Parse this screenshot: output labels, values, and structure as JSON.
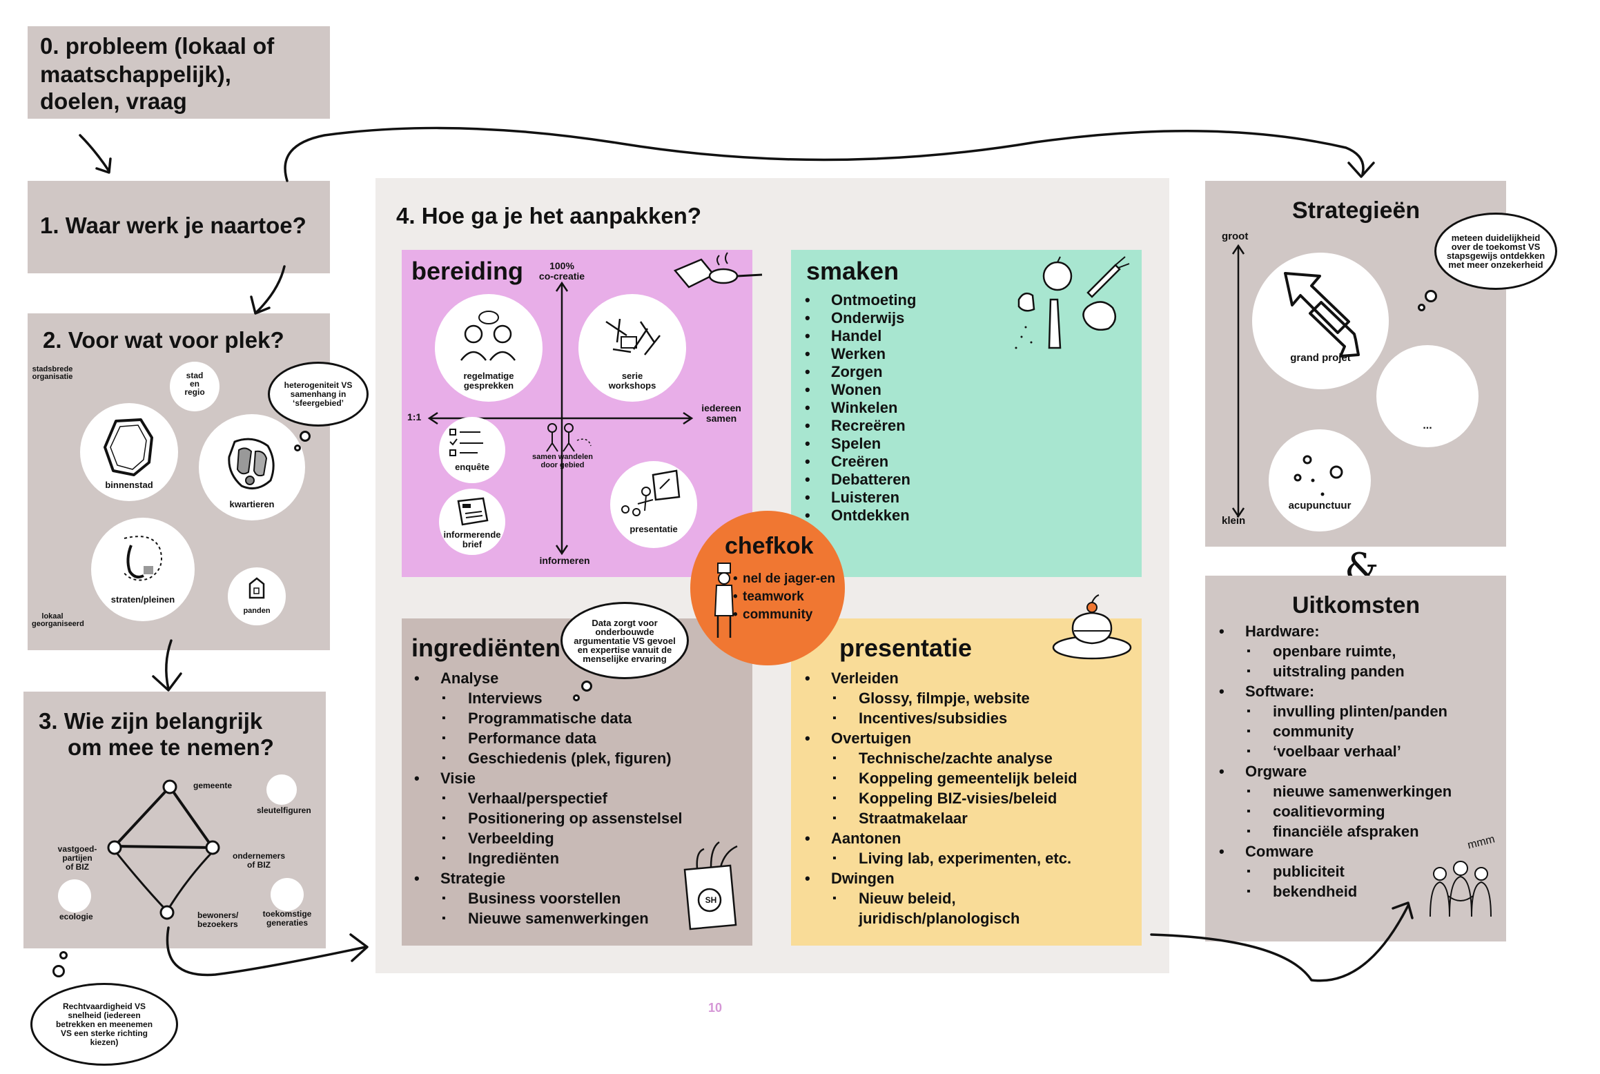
{
  "steps": {
    "s0": {
      "title_lines": [
        "0. probleem (lokaal of",
        "maatschappelijk),",
        "doelen, vraag"
      ]
    },
    "s1": {
      "title": "1.  Waar werk je naartoe?"
    },
    "s2": {
      "title": "2. Voor wat voor plek?",
      "axis_top": [
        "stadsbrede",
        "organisatie"
      ],
      "axis_bottom": [
        "lokaal",
        "georganiseerd"
      ],
      "places": {
        "stad": [
          "stad",
          "en",
          "regio"
        ],
        "binnenstad": "binnenstad",
        "kwartieren": "kwartieren",
        "straten": "straten/pleinen",
        "panden": "panden"
      },
      "bubble": [
        "heterogeniteit VS",
        "samenhang in",
        "‘sfeergebied’"
      ]
    },
    "s3": {
      "title_lines": [
        "3. Wie zijn belangrijk",
        "om mee te nemen?"
      ],
      "actors": {
        "gemeente": "gemeente",
        "sleutelfiguren": "sleutelfiguren",
        "vastgoed": [
          "vastgoed-",
          "partijen",
          "of BIZ"
        ],
        "ondernemers": [
          "ondernemers",
          "of BIZ"
        ],
        "ecologie": "ecologie",
        "bewoners": [
          "bewoners/",
          "bezoekers"
        ],
        "toekomstige": [
          "toekomstige",
          "generaties"
        ]
      },
      "bubble": [
        "Rechtvaardigheid VS",
        "snelheid (iedereen",
        "betrekken en meenemen",
        "VS een sterke richting",
        "kiezen)"
      ]
    }
  },
  "main": {
    "title": "4. Hoe ga je het aanpakken?",
    "bereiding": {
      "title": "bereiding",
      "axis_top": [
        "100%",
        "co-creatie"
      ],
      "axis_left": "1:1",
      "axis_right": [
        "iedereen",
        "samen"
      ],
      "axis_bottom": "informeren",
      "items": {
        "regelmatige": [
          "regelmatige",
          "gesprekken"
        ],
        "serie": [
          "serie",
          "workshops"
        ],
        "enquete": "enquête",
        "wandelen": [
          "samen wandelen",
          "door gebied"
        ],
        "presentatie": "presentatie",
        "brief": [
          "informerende",
          "brief"
        ]
      }
    },
    "smaken": {
      "title": "smaken",
      "items": [
        "Ontmoeting",
        "Onderwijs",
        "Handel",
        "Werken",
        "Zorgen",
        "Wonen",
        "Winkelen",
        "Recreëren",
        "Spelen",
        "Creëren",
        "Debatteren",
        "Luisteren",
        "Ontdekken"
      ]
    },
    "ingredienten": {
      "title": "ingrediënten",
      "bubble": [
        "Data zorgt voor",
        "onderbouwde",
        "argumentatie VS gevoel",
        "en expertise vanuit de",
        "menselijke ervaring"
      ],
      "items": [
        {
          "t": "Analyse",
          "sub": false
        },
        {
          "t": "Interviews",
          "sub": true
        },
        {
          "t": "Programmatische data",
          "sub": true
        },
        {
          "t": "Performance data",
          "sub": true
        },
        {
          "t": "Geschiedenis (plek, figuren)",
          "sub": true
        },
        {
          "t": "Visie",
          "sub": false
        },
        {
          "t": "Verhaal/perspectief",
          "sub": true
        },
        {
          "t": "Positionering op assenstelsel",
          "sub": true
        },
        {
          "t": "Verbeelding",
          "sub": true
        },
        {
          "t": "Ingrediënten",
          "sub": true
        },
        {
          "t": "Strategie",
          "sub": false
        },
        {
          "t": "Business voorstellen",
          "sub": true
        },
        {
          "t": "Nieuwe samenwerkingen",
          "sub": true
        }
      ],
      "bag_label": "SH"
    },
    "presentatie": {
      "title": "presentatie",
      "items": [
        {
          "t": "Verleiden",
          "sub": false
        },
        {
          "t": "Glossy, filmpje, website",
          "sub": true
        },
        {
          "t": "Incentives/subsidies",
          "sub": true
        },
        {
          "t": "Overtuigen",
          "sub": false
        },
        {
          "t": "Technische/zachte analyse",
          "sub": true
        },
        {
          "t": "Koppeling gemeentelijk beleid",
          "sub": true
        },
        {
          "t": "Koppeling BIZ-visies/beleid",
          "sub": true
        },
        {
          "t": "Straatmakelaar",
          "sub": true
        },
        {
          "t": "Aantonen",
          "sub": false
        },
        {
          "t": "Living lab, experimenten, etc.",
          "sub": true
        },
        {
          "t": "Dwingen",
          "sub": false
        },
        {
          "t": "Nieuw beleid,",
          "sub": true
        },
        {
          "t": "juridisch/planologisch",
          "sub": "cont"
        }
      ]
    },
    "chefkok": {
      "title": "chefkok",
      "items": [
        "nel de jager-en",
        "teamwork",
        "community"
      ]
    }
  },
  "strategieen": {
    "title": "Strategieën",
    "axis_top": "groot",
    "axis_bottom": "klein",
    "grand": "grand projet",
    "ellipsis": "...",
    "acupunctuur": "acupunctuur",
    "bubble": [
      "meteen duidelijkheid",
      "over de toekomst VS",
      "stapsgewijs ontdekken",
      "met meer onzekerheid"
    ]
  },
  "ampersand": "&",
  "uitkomsten": {
    "title": "Uitkomsten",
    "items": [
      {
        "t": "Hardware:",
        "sub": false
      },
      {
        "t": "openbare ruimte,",
        "sub": true
      },
      {
        "t": "uitstraling panden",
        "sub": true
      },
      {
        "t": "Software:",
        "sub": false
      },
      {
        "t": "invulling plinten/panden",
        "sub": true
      },
      {
        "t": "community",
        "sub": true
      },
      {
        "t": "‘voelbaar verhaal’",
        "sub": true
      },
      {
        "t": "Orgware",
        "sub": false
      },
      {
        "t": "nieuwe samenwerkingen",
        "sub": true
      },
      {
        "t": "coalitievorming",
        "sub": true
      },
      {
        "t": "financiële afspraken",
        "sub": true
      },
      {
        "t": "Comware",
        "sub": false
      },
      {
        "t": "publiciteit",
        "sub": true
      },
      {
        "t": "bekendheid",
        "sub": true
      }
    ],
    "mmm": "mmm"
  },
  "page_number": "10",
  "colors": {
    "grey": "#d0c7c5",
    "panel": "#efecea",
    "bereiding": "#e8aee8",
    "smaken": "#a8e6d0",
    "ingredienten": "#c8bab6",
    "presentatie": "#f9dc98",
    "chefkok": "#f07732",
    "page_number": "#d596d6"
  }
}
